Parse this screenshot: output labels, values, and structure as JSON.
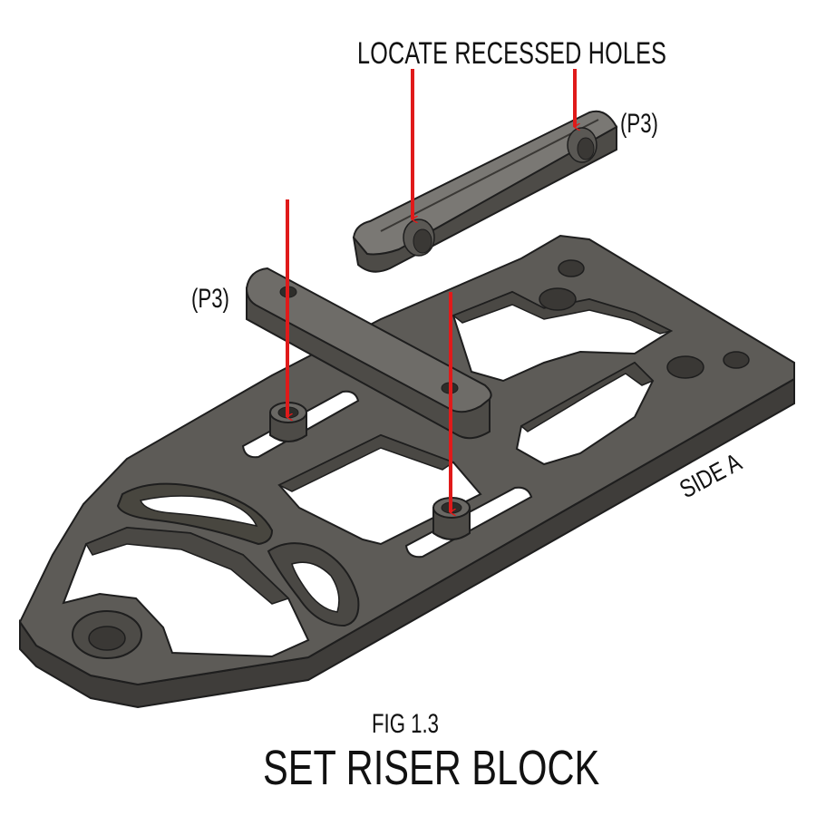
{
  "annotation": "LOCATE RECESSED HOLES",
  "part_label_right": "(P3)",
  "part_label_left": "(P3)",
  "side_label": "SIDE A",
  "figure_number": "FIG 1.3",
  "figure_title": "SET RISER BLOCK",
  "colors": {
    "plate_top": "#5d5b57",
    "plate_side": "#3f3d3a",
    "block_top": "#6e6c68",
    "block_side": "#4d4b47",
    "arrow": "#e01a1a",
    "outline": "#1e1e1e"
  }
}
